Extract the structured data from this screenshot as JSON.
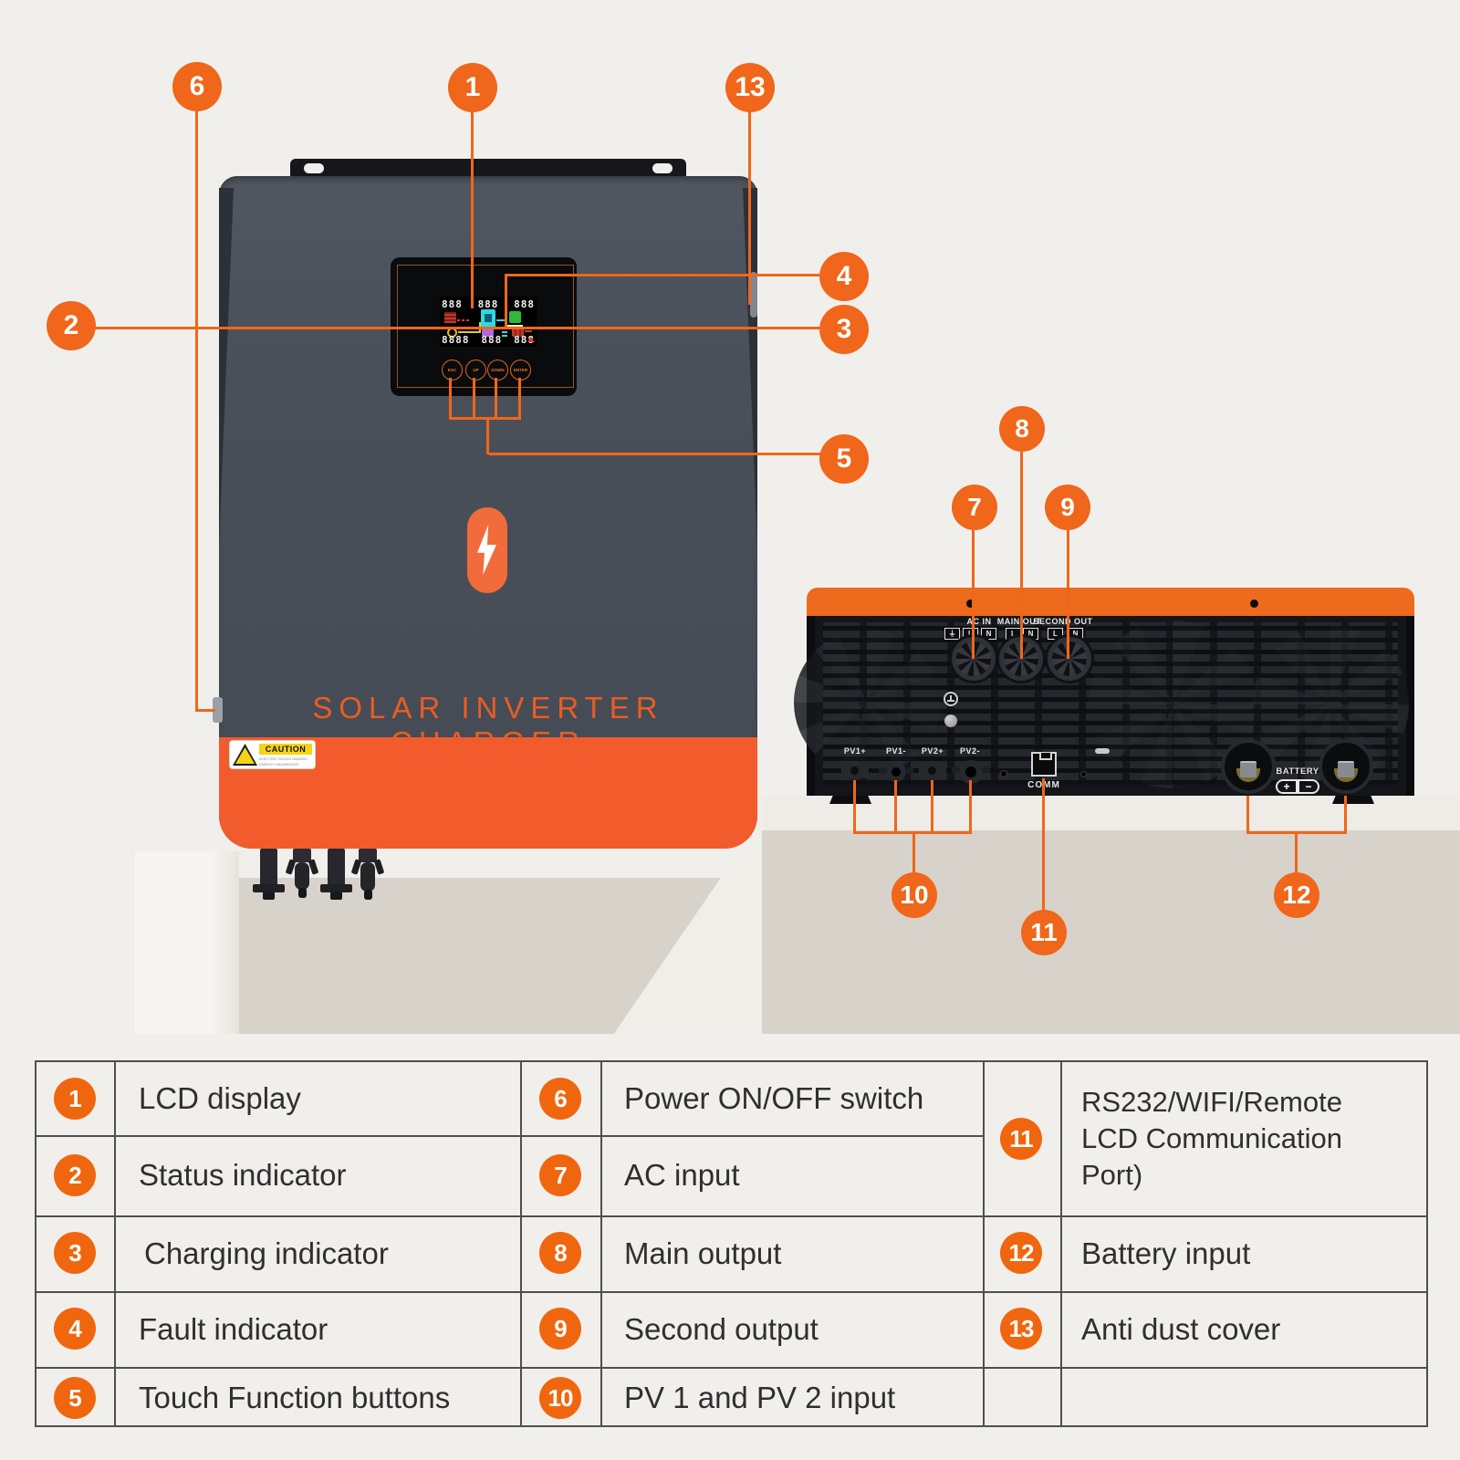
{
  "accent_color": "#f0661a",
  "callout_numbers": [
    "1",
    "2",
    "3",
    "4",
    "5",
    "6",
    "7",
    "8",
    "9",
    "10",
    "11",
    "12",
    "13"
  ],
  "device_front": {
    "title": "SOLAR INVERTER CHARGER",
    "caution_title": "CAUTION",
    "caution_line1": "ELECTRIC SHOCK HAZARD",
    "caution_line2": "ENERGY HAZARDOUS",
    "buttons": [
      "ESC",
      "UP",
      "DOWN",
      "ENTER"
    ],
    "lcd": {
      "top_digits": [
        "888",
        "888",
        "888"
      ],
      "bottom_digits": [
        "8888",
        "888",
        "888"
      ]
    }
  },
  "device_rear": {
    "ac_in": "AC IN",
    "main_out": "MAIN OUT",
    "second_out": "SECOND OUT",
    "ground_mark": "⏚",
    "line_mark": "L",
    "neutral_mark": "N",
    "pv_labels": [
      "PV1+",
      "PV1-",
      "PV2+",
      "PV2-"
    ],
    "comm": "COMM",
    "battery": "BATTERY",
    "plus": "+",
    "minus": "−"
  },
  "legend": {
    "left": [
      {
        "num": "1",
        "label": "LCD display"
      },
      {
        "num": "2",
        "label": "Status indicator"
      },
      {
        "num": "3",
        "label": "Charging indicator"
      },
      {
        "num": "4",
        "label": "Fault indicator"
      },
      {
        "num": "5",
        "label": "Touch Function buttons"
      }
    ],
    "middle": [
      {
        "num": "6",
        "label": "Power ON/OFF switch"
      },
      {
        "num": "7",
        "label": "AC input"
      },
      {
        "num": "8",
        "label": "Main output"
      },
      {
        "num": "9",
        "label": "Second output"
      },
      {
        "num": "10",
        "label": "PV 1 and PV 2 input"
      }
    ],
    "right": [
      {
        "num": "11",
        "label_lines": [
          "RS232/WIFI/Remote",
          "LCD Communication",
          "Port)"
        ]
      },
      {
        "num": "12",
        "label": "Battery input"
      },
      {
        "num": "13",
        "label": "Anti dust cover"
      }
    ]
  }
}
